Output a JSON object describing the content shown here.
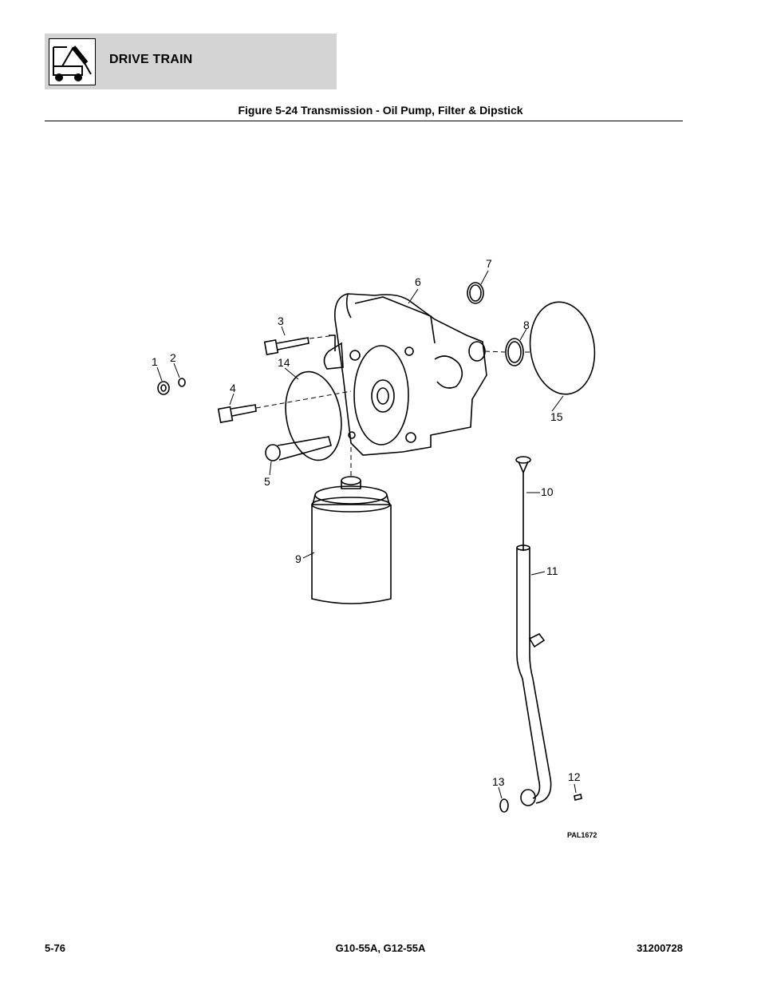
{
  "header": {
    "section_title": "DRIVE TRAIN",
    "figure_caption": "Figure 5-24 Transmission - Oil Pump, Filter & Dipstick",
    "logo_icon": "boom-lift-vehicle-icon"
  },
  "diagram": {
    "callouts": [
      "1",
      "2",
      "3",
      "4",
      "5",
      "6",
      "7",
      "8",
      "9",
      "10",
      "11",
      "12",
      "13",
      "14",
      "15"
    ],
    "drawing_id": "PAL1672"
  },
  "footer": {
    "page_number": "5-76",
    "model": "G10-55A, G12-55A",
    "doc_number": "31200728"
  }
}
